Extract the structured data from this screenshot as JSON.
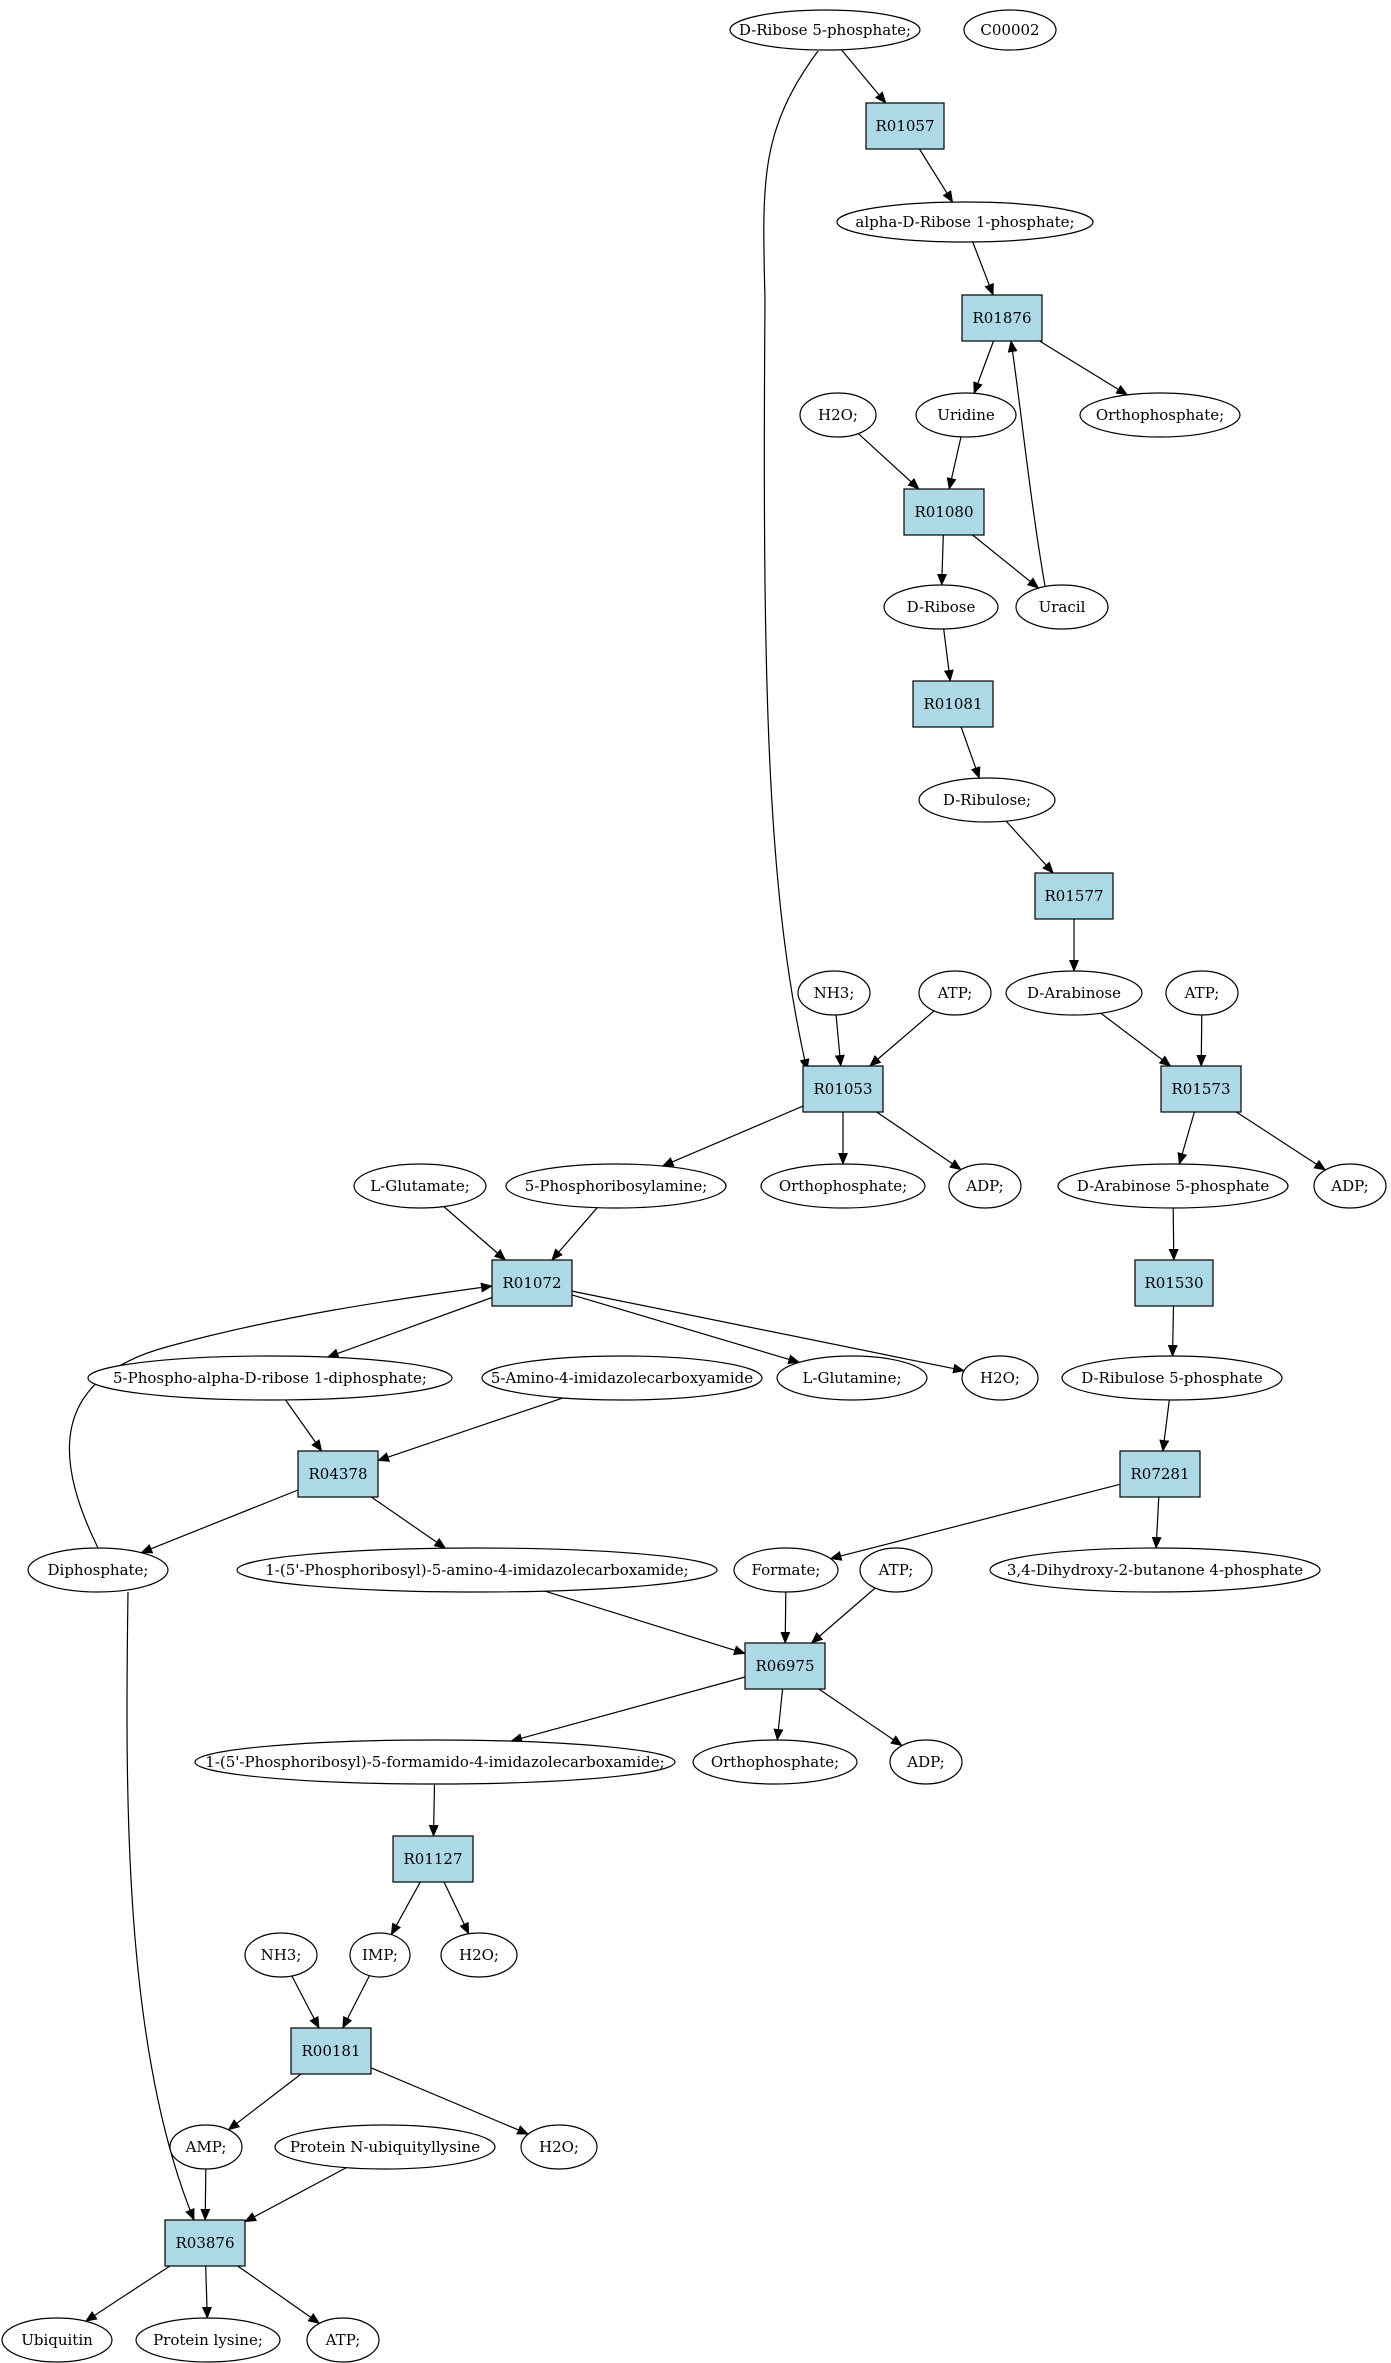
{
  "colors": {
    "reaction_fill": "#add8e6",
    "source_fill": "#00e000",
    "query_fill": "#ffff00",
    "compound_fill": "#ffffff",
    "stroke": "#000000"
  },
  "nodes": {
    "rib5p": {
      "label": "D-Ribose 5-phosphate;",
      "kind": "compound",
      "fill": "#00e000"
    },
    "c00002": {
      "label": "C00002",
      "kind": "compound",
      "fill": "#ffff00"
    },
    "r01057": {
      "label": "R01057",
      "kind": "reaction"
    },
    "arib1p": {
      "label": "alpha-D-Ribose 1-phosphate;",
      "kind": "compound"
    },
    "r01876": {
      "label": "R01876",
      "kind": "reaction"
    },
    "h2o_a": {
      "label": "H2O;",
      "kind": "compound"
    },
    "uridine": {
      "label": "Uridine",
      "kind": "compound"
    },
    "ortho_a": {
      "label": "Orthophosphate;",
      "kind": "compound"
    },
    "r01080": {
      "label": "R01080",
      "kind": "reaction"
    },
    "dribose": {
      "label": "D-Ribose",
      "kind": "compound"
    },
    "uracil": {
      "label": "Uracil",
      "kind": "compound"
    },
    "r01081": {
      "label": "R01081",
      "kind": "reaction"
    },
    "dribulose": {
      "label": "D-Ribulose;",
      "kind": "compound"
    },
    "r01577": {
      "label": "R01577",
      "kind": "reaction"
    },
    "nh3_a": {
      "label": "NH3;",
      "kind": "compound"
    },
    "atp_a": {
      "label": "ATP;",
      "kind": "compound"
    },
    "darab": {
      "label": "D-Arabinose",
      "kind": "compound"
    },
    "atp_b": {
      "label": "ATP;",
      "kind": "compound"
    },
    "r01053": {
      "label": "R01053",
      "kind": "reaction"
    },
    "r01573": {
      "label": "R01573",
      "kind": "reaction"
    },
    "lglu": {
      "label": "L-Glutamate;",
      "kind": "compound"
    },
    "prpa": {
      "label": "5-Phosphoribosylamine;",
      "kind": "compound"
    },
    "ortho_b": {
      "label": "Orthophosphate;",
      "kind": "compound"
    },
    "adp_a": {
      "label": "ADP;",
      "kind": "compound"
    },
    "darab5p": {
      "label": "D-Arabinose 5-phosphate",
      "kind": "compound"
    },
    "adp_b": {
      "label": "ADP;",
      "kind": "compound"
    },
    "r01072": {
      "label": "R01072",
      "kind": "reaction"
    },
    "r01530": {
      "label": "R01530",
      "kind": "reaction"
    },
    "prpp": {
      "label": "5-Phospho-alpha-D-ribose 1-diphosphate;",
      "kind": "compound"
    },
    "aica": {
      "label": "5-Amino-4-imidazolecarboxyamide",
      "kind": "compound"
    },
    "lgln": {
      "label": "L-Glutamine;",
      "kind": "compound"
    },
    "h2o_b": {
      "label": "H2O;",
      "kind": "compound"
    },
    "dribu5p": {
      "label": "D-Ribulose 5-phosphate",
      "kind": "compound"
    },
    "r04378": {
      "label": "R04378",
      "kind": "reaction"
    },
    "r07281": {
      "label": "R07281",
      "kind": "reaction"
    },
    "diphos": {
      "label": "Diphosphate;",
      "kind": "compound"
    },
    "aicar": {
      "label": "1-(5'-Phosphoribosyl)-5-amino-4-imidazolecarboxamide;",
      "kind": "compound"
    },
    "formate": {
      "label": "Formate;",
      "kind": "compound"
    },
    "atp_c": {
      "label": "ATP;",
      "kind": "compound"
    },
    "dhbp": {
      "label": "3,4-Dihydroxy-2-butanone 4-phosphate",
      "kind": "compound"
    },
    "r06975": {
      "label": "R06975",
      "kind": "reaction"
    },
    "faicar": {
      "label": "1-(5'-Phosphoribosyl)-5-formamido-4-imidazolecarboxamide;",
      "kind": "compound"
    },
    "ortho_c": {
      "label": "Orthophosphate;",
      "kind": "compound"
    },
    "adp_c": {
      "label": "ADP;",
      "kind": "compound"
    },
    "r01127": {
      "label": "R01127",
      "kind": "reaction"
    },
    "nh3_b": {
      "label": "NH3;",
      "kind": "compound"
    },
    "imp": {
      "label": "IMP;",
      "kind": "compound"
    },
    "h2o_c": {
      "label": "H2O;",
      "kind": "compound"
    },
    "r00181": {
      "label": "R00181",
      "kind": "reaction"
    },
    "amp": {
      "label": "AMP;",
      "kind": "compound"
    },
    "pnub": {
      "label": "Protein N-ubiquityllysine",
      "kind": "compound"
    },
    "h2o_d": {
      "label": "H2O;",
      "kind": "compound"
    },
    "r03876": {
      "label": "R03876",
      "kind": "reaction"
    },
    "ubiq": {
      "label": "Ubiquitin",
      "kind": "compound"
    },
    "plys": {
      "label": "Protein lysine;",
      "kind": "compound"
    },
    "atp_d": {
      "label": "ATP;",
      "kind": "compound"
    }
  },
  "edges": [
    [
      "rib5p",
      "r01057"
    ],
    [
      "rib5p",
      "r01053"
    ],
    [
      "r01057",
      "arib1p"
    ],
    [
      "arib1p",
      "r01876"
    ],
    [
      "r01876",
      "uridine"
    ],
    [
      "r01876",
      "ortho_a"
    ],
    [
      "h2o_a",
      "r01080"
    ],
    [
      "uridine",
      "r01080"
    ],
    [
      "uracil",
      "r01876"
    ],
    [
      "r01080",
      "dribose"
    ],
    [
      "r01080",
      "uracil"
    ],
    [
      "dribose",
      "r01081"
    ],
    [
      "r01081",
      "dribulose"
    ],
    [
      "dribulose",
      "r01577"
    ],
    [
      "r01577",
      "darab"
    ],
    [
      "nh3_a",
      "r01053"
    ],
    [
      "atp_a",
      "r01053"
    ],
    [
      "darab",
      "r01573"
    ],
    [
      "atp_b",
      "r01573"
    ],
    [
      "r01053",
      "prpa"
    ],
    [
      "r01053",
      "ortho_b"
    ],
    [
      "r01053",
      "adp_a"
    ],
    [
      "r01573",
      "darab5p"
    ],
    [
      "r01573",
      "adp_b"
    ],
    [
      "lglu",
      "r01072"
    ],
    [
      "prpa",
      "r01072"
    ],
    [
      "diphos",
      "r01072"
    ],
    [
      "r01072",
      "prpp"
    ],
    [
      "r01072",
      "lgln"
    ],
    [
      "r01072",
      "h2o_b"
    ],
    [
      "darab5p",
      "r01530"
    ],
    [
      "r01530",
      "dribu5p"
    ],
    [
      "prpp",
      "r04378"
    ],
    [
      "aica",
      "r04378"
    ],
    [
      "dribu5p",
      "r07281"
    ],
    [
      "r04378",
      "diphos"
    ],
    [
      "r04378",
      "aicar"
    ],
    [
      "r07281",
      "formate"
    ],
    [
      "r07281",
      "dhbp"
    ],
    [
      "aicar",
      "r06975"
    ],
    [
      "formate",
      "r06975"
    ],
    [
      "atp_c",
      "r06975"
    ],
    [
      "r06975",
      "faicar"
    ],
    [
      "r06975",
      "ortho_c"
    ],
    [
      "r06975",
      "adp_c"
    ],
    [
      "faicar",
      "r01127"
    ],
    [
      "r01127",
      "imp"
    ],
    [
      "r01127",
      "h2o_c"
    ],
    [
      "nh3_b",
      "r00181"
    ],
    [
      "imp",
      "r00181"
    ],
    [
      "r00181",
      "amp"
    ],
    [
      "r00181",
      "h2o_d"
    ],
    [
      "diphos",
      "r03876"
    ],
    [
      "amp",
      "r03876"
    ],
    [
      "pnub",
      "r03876"
    ],
    [
      "r03876",
      "ubiq"
    ],
    [
      "r03876",
      "plys"
    ],
    [
      "r03876",
      "atp_d"
    ]
  ]
}
